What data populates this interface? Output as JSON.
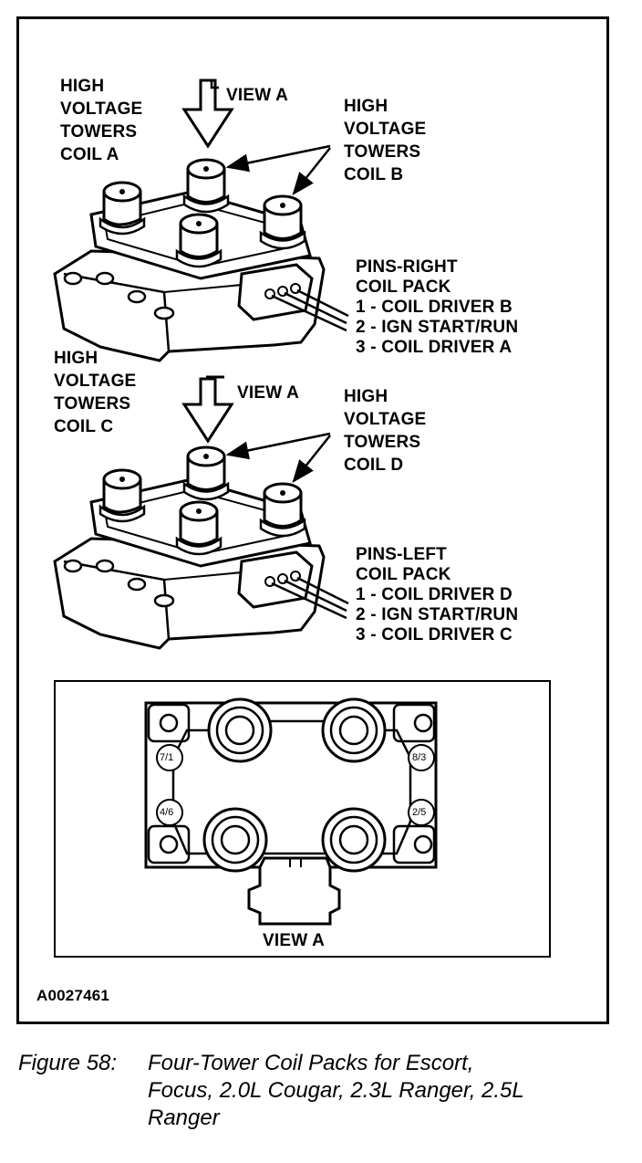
{
  "figure_id": "A0027461",
  "top_diagram": {
    "hv_label_left": [
      "HIGH",
      "VOLTAGE",
      "TOWERS",
      "COIL A"
    ],
    "view_label": "VIEW A",
    "hv_label_right": [
      "HIGH",
      "VOLTAGE",
      "TOWERS",
      "COIL B"
    ],
    "pins_title": [
      "PINS-RIGHT",
      "COIL PACK"
    ],
    "pins": [
      "1 - COIL DRIVER B",
      "2 - IGN START/RUN",
      "3 - COIL DRIVER A"
    ]
  },
  "bottom_diagram": {
    "hv_label_left": [
      "HIGH",
      "VOLTAGE",
      "TOWERS",
      "COIL C"
    ],
    "view_label": "VIEW A",
    "hv_label_right": [
      "HIGH",
      "VOLTAGE",
      "TOWERS",
      "COIL D"
    ],
    "pins_title": [
      "PINS-LEFT",
      "COIL PACK"
    ],
    "pins": [
      "1 - COIL DRIVER D",
      "2 - IGN START/RUN",
      "3 - COIL DRIVER C"
    ]
  },
  "view_a_panel": {
    "label": "VIEW A",
    "tower_numbers": [
      "7/1",
      "8/3",
      "4/6",
      "2/5"
    ]
  },
  "caption": {
    "number": "Figure 58:",
    "lines": [
      "Four-Tower Coil Packs for Escort,",
      "Focus, 2.0L Cougar, 2.3L Ranger, 2.5L",
      "Ranger"
    ]
  }
}
